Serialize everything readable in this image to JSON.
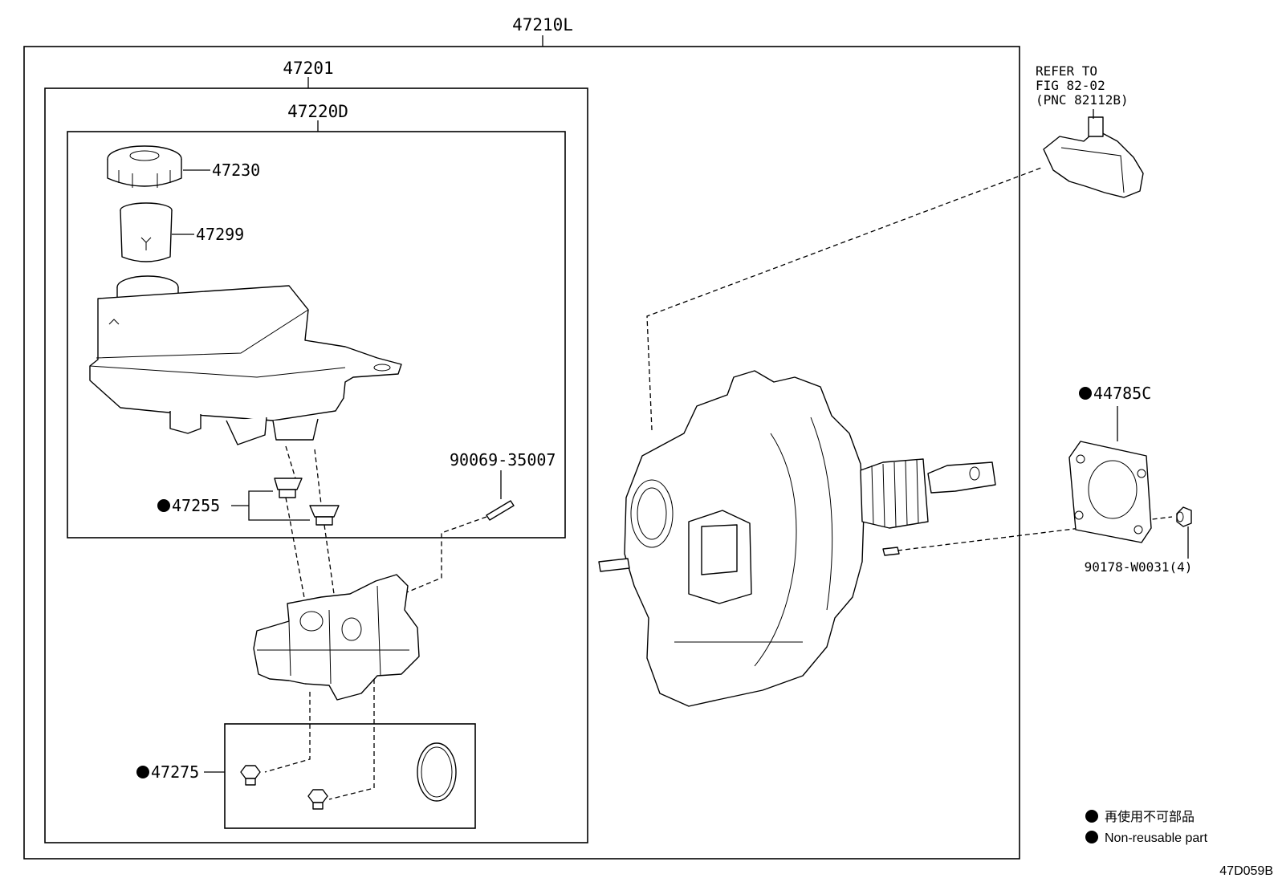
{
  "labels": {
    "assembly_top": "47210L",
    "assembly_cylinder": "47201",
    "reservoir_sub": "47220D",
    "cap": "47230",
    "strainer": "47299",
    "grommet": "47255",
    "pin": "90069-35007",
    "kit": "47275",
    "gasket": "44785C",
    "nut": "90178-W0031(4)"
  },
  "refer_note": {
    "line1": "REFER TO",
    "line2": "FIG 82-02",
    "line3": "(PNC 82112B)"
  },
  "legend": {
    "japanese": "再使用不可部品",
    "english": "Non-reusable part"
  },
  "diagram_code": "47D059B",
  "colors": {
    "ink": "#000000",
    "background": "#ffffff"
  }
}
